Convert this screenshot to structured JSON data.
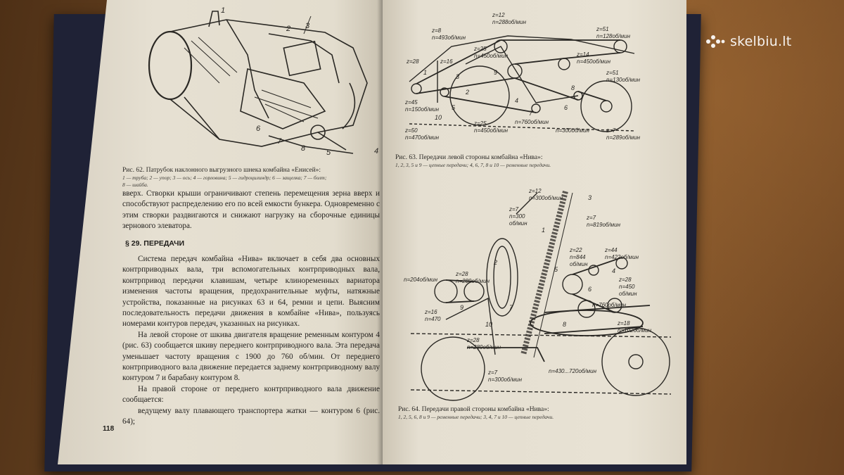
{
  "watermark": {
    "text": "skelbiu.lt"
  },
  "left_page": {
    "fig62": {
      "callouts": [
        "1",
        "2",
        "3",
        "4",
        "5",
        "6",
        "7",
        "8"
      ],
      "caption_title": "Рис. 62. Патрубок наклонного выгрузного шнека комбайна «Енисей»:",
      "caption_legend_1": "1 — труба; 2 — упор; 3 — ось; 4 — горловина; 5 — гидроцилиндр; 6 — защелка; 7 — болт;",
      "caption_legend_2": "8 — шайба."
    },
    "para_continued": "вверх. Створки крыши ограничивают степень перемещения зерна вверх и способствуют распределению его по всей емкости бункера. Одновременно с этим створки раздвигаются и снижают нагрузку на сборочные единицы зернового элеватора.",
    "section_title": "§ 29. ПЕРЕДАЧИ",
    "para_1": "Система передач комбайна «Нива» включает в себя два основных контрприводных вала, три вспомогательных контрприводных вала, контрпривод передачи клавишам, четыре клиноременных вариатора изменения частоты вращения, предохранительные муфты, натяжные устройства, показанные на рисунках 63 и 64, ремни и цепи. Выясним последовательность передачи движения в комбайне «Нива», пользуясь номерами контуров передач, указанных на рисунках.",
    "para_2": "На левой стороне от шкива двигателя вращение ременным контуром 4 (рис. 63) сообщается шкиву переднего контрприводного вала. Эта передача уменьшает частоту вращения с 1900 до 760 об/мин. От переднего контрприводного вала движение передается заднему контрприводному валу контуром 7 и барабану контуром 8.",
    "para_3": "На правой стороне от переднего контрприводного вала движение сообщается:",
    "para_4": "ведущему валу плавающего транспортера жатки — контуром 6 (рис. 64);",
    "page_number": "118"
  },
  "right_page": {
    "fig63": {
      "labels": [
        "z=12",
        "n=288об/мин",
        "z=51",
        "n=128об/мин",
        "z=8",
        "n=493об/мин",
        "z=25",
        "n=450об/мин",
        "z=14",
        "n=450об/мин",
        "z=51",
        "n=130об/мин",
        "z=28",
        "z=16",
        "z=45",
        "n=150об/мин",
        "z=25",
        "n=450об/мин",
        "n=760об/мин",
        "n=300об/мин",
        "z=50",
        "n=470об/мин",
        "z=7",
        "n=289об/мин"
      ],
      "callouts": [
        "1",
        "2",
        "3",
        "4",
        "5",
        "6",
        "7",
        "8",
        "9",
        "10"
      ],
      "caption_title": "Рис. 63. Передачи левой стороны комбайна «Нива»:",
      "caption_legend": "1, 2, 3, 5 и 9 — цепные передачи; 4, 6, 7, 8 и 10 — ременные передачи."
    },
    "fig64": {
      "labels": [
        "z=12",
        "n=300об/мин",
        "z=7",
        "n=819об/мин",
        "z=7",
        "n=300",
        "об/мин",
        "z=22",
        "n=844",
        "об/мин",
        "z=44",
        "n=422об/мин",
        "z=28",
        "n=450",
        "об/мин",
        "n=204об/мин",
        "z=28",
        "n=289об/мин",
        "n=760об/мин",
        "z=16",
        "n=470",
        "z=18",
        "n=102об/мин",
        "z=28",
        "n=289об/мин",
        "z=7",
        "n=300об/мин",
        "n=430...720об/мин"
      ],
      "callouts": [
        "1",
        "2",
        "3",
        "4",
        "5",
        "6",
        "7",
        "8",
        "9",
        "10"
      ],
      "caption_title": "Рис. 64. Передачи правой стороны комбайна «Нива»:",
      "caption_legend": "1, 2, 5, 6, 8 и 9 — ременные передачи; 3, 4, 7 и 10 — цепные передачи."
    }
  }
}
